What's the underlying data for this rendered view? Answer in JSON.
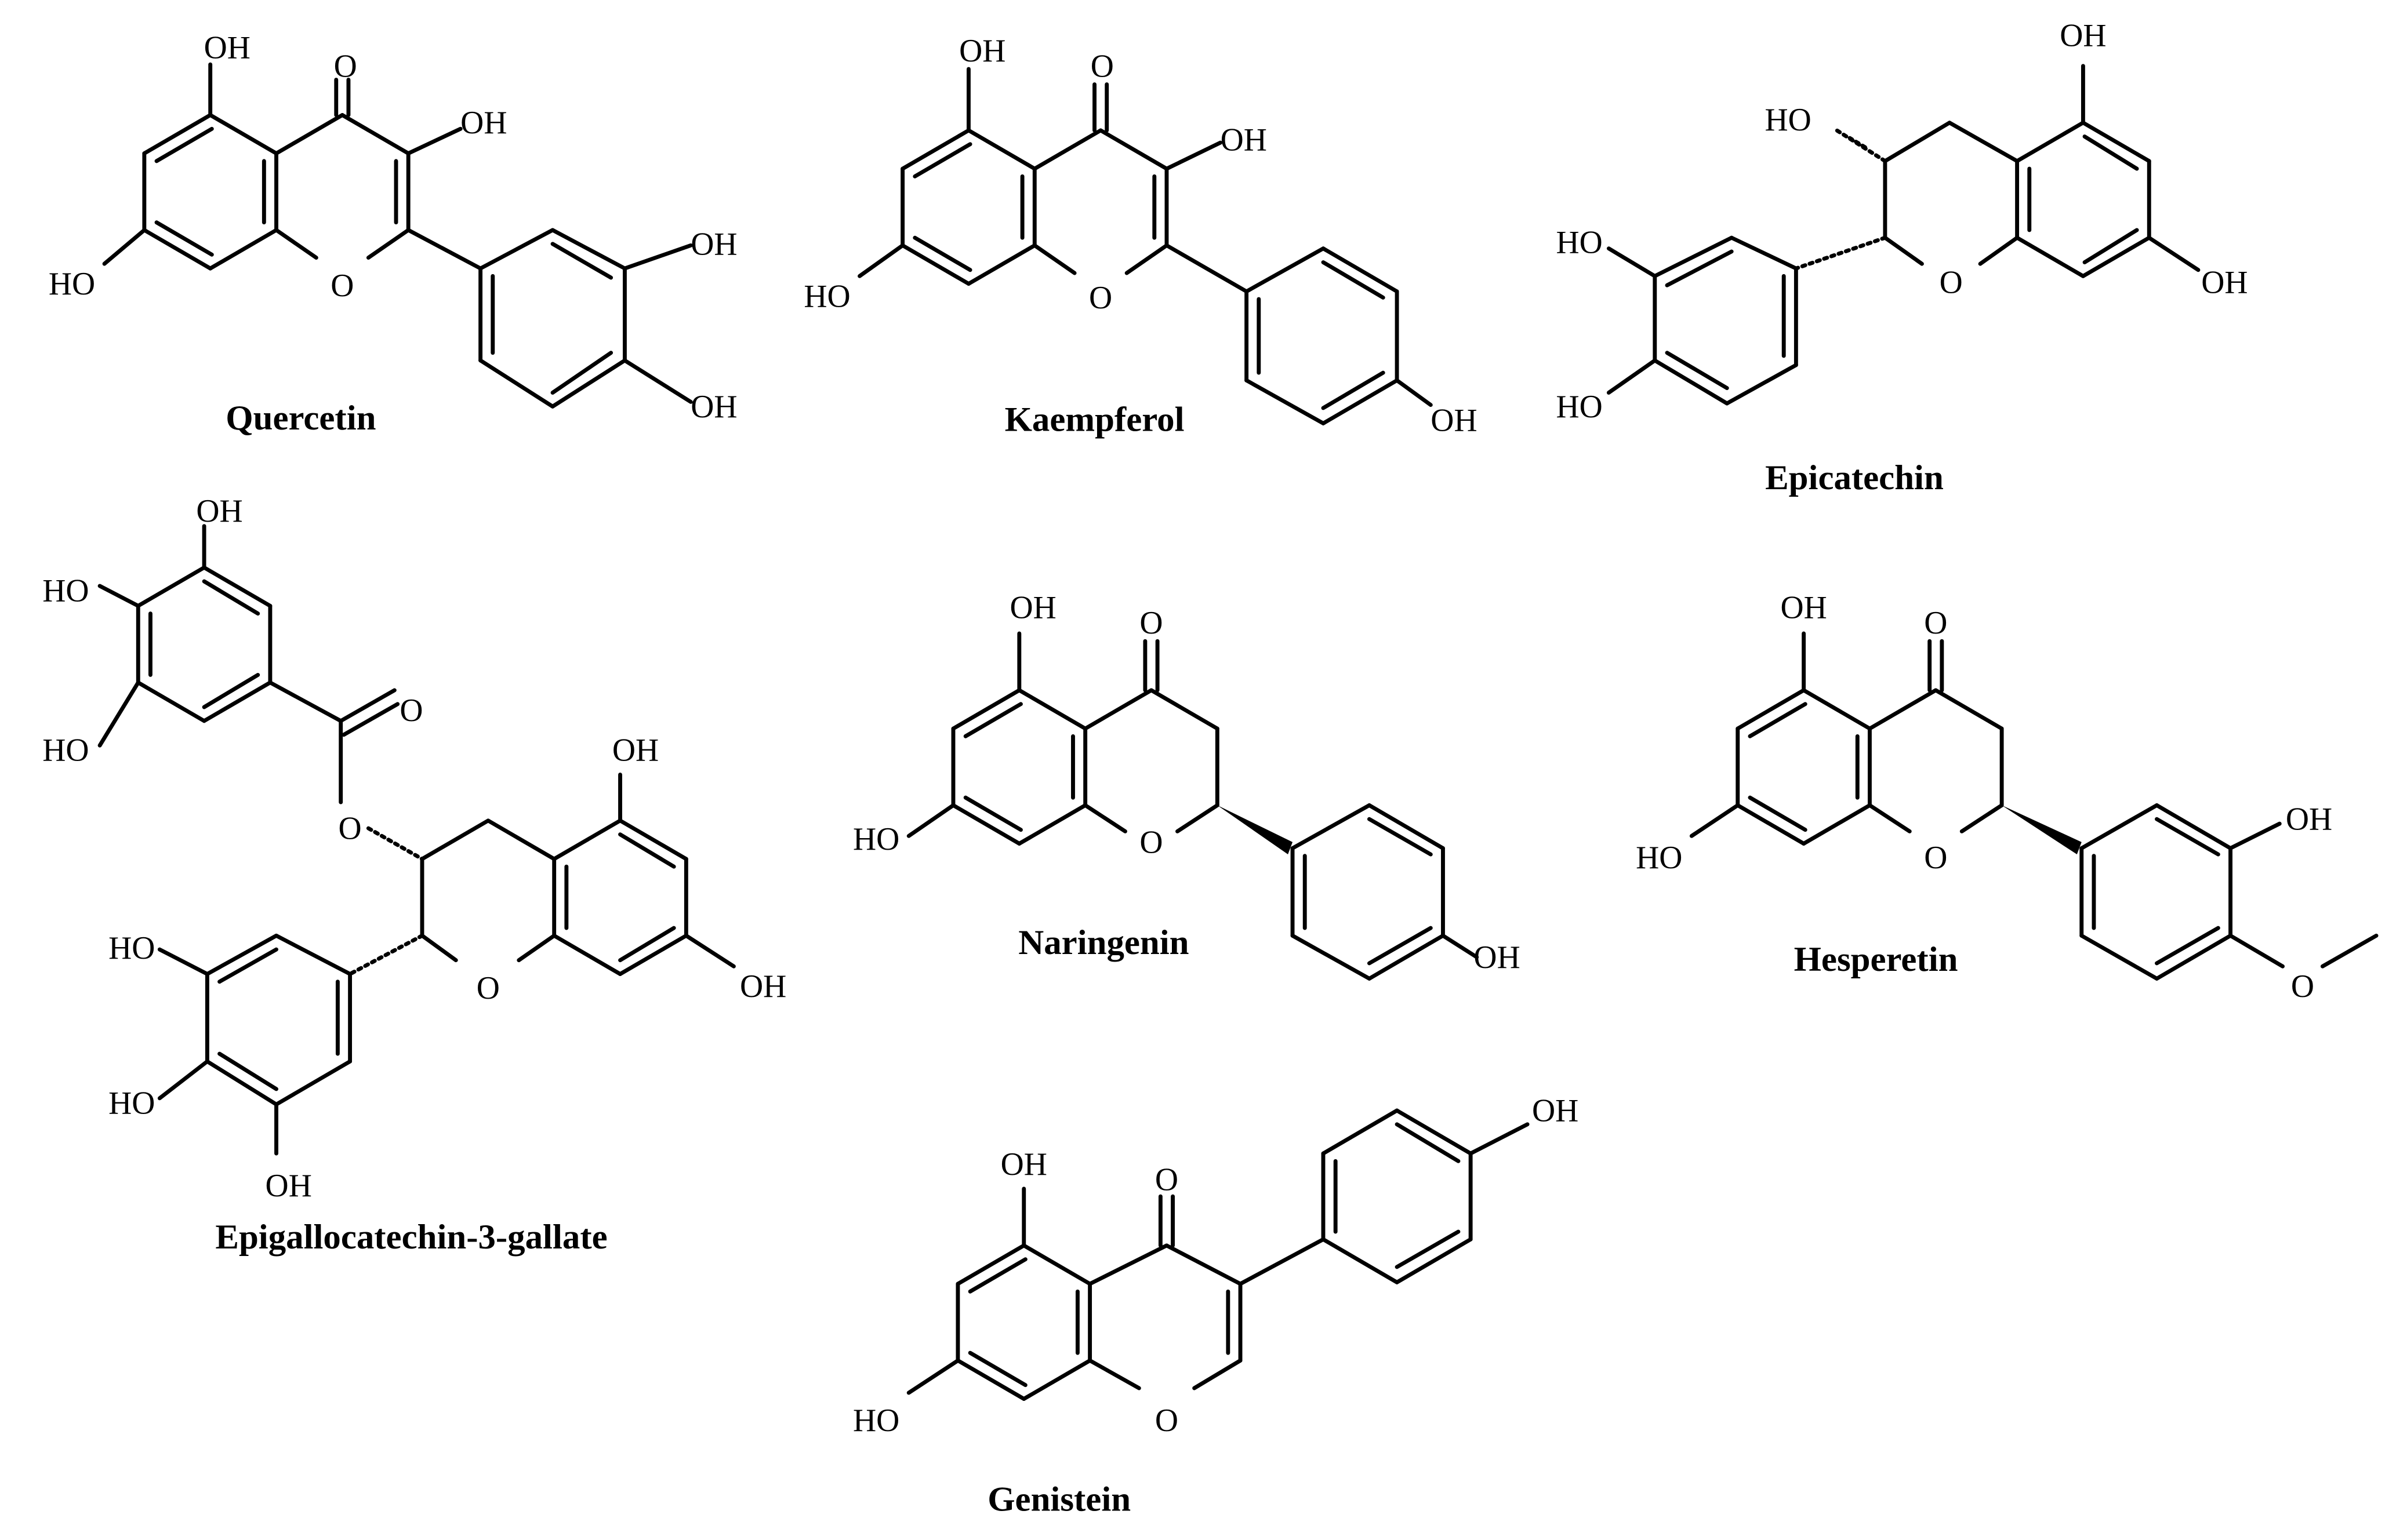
{
  "molecules": [
    {
      "name": "Quercetin",
      "labels": [
        "OH",
        "O",
        "OH",
        "OH",
        "HO",
        "O",
        "OH"
      ]
    },
    {
      "name": "Kaempferol",
      "labels": [
        "OH",
        "O",
        "OH",
        "HO",
        "O",
        "OH"
      ]
    },
    {
      "name": "Epicatechin",
      "labels": [
        "OH",
        "HO",
        "HO",
        "HO",
        "O",
        "OH"
      ]
    },
    {
      "name": "Epigallocatechin-3-gallate",
      "labels": [
        "OH",
        "HO",
        "HO",
        "O",
        "O",
        "OH",
        "HO",
        "O",
        "OH",
        "HO",
        "OH"
      ]
    },
    {
      "name": "Naringenin",
      "labels": [
        "OH",
        "O",
        "HO",
        "O",
        "OH"
      ]
    },
    {
      "name": "Hesperetin",
      "labels": [
        "OH",
        "O",
        "HO",
        "O",
        "OH",
        "O"
      ]
    },
    {
      "name": "Genistein",
      "labels": [
        "OH",
        "OH",
        "O",
        "HO",
        "O"
      ]
    }
  ]
}
